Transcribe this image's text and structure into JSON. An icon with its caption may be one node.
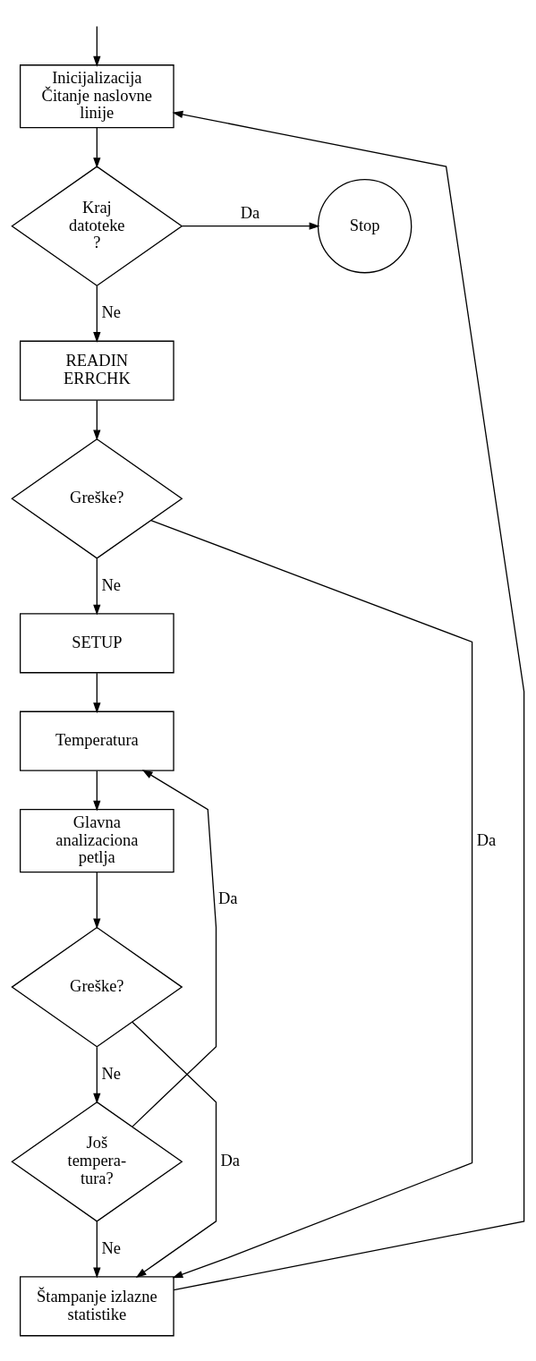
{
  "diagram": {
    "nodes": [
      {
        "text": [
          "Inicijalizacija Čitanje naslovne linije"
        ]
      },
      {
        "text": [
          "Kraj datoteke ?"
        ]
      },
      {
        "text": [
          "Stop"
        ]
      },
      {
        "text": [
          "READIN ERRCHK"
        ]
      },
      {
        "text": [
          "Greške?"
        ]
      },
      {
        "text": [
          "SETUP"
        ]
      },
      {
        "text": [
          "Temperatura"
        ]
      },
      {
        "text": [
          "Glavna analizaciona petlja"
        ]
      },
      {
        "text": [
          "Greške?"
        ]
      },
      {
        "text": [
          "Još tempera- tura?"
        ]
      },
      {
        "text": [
          "Štampanje izlazne statistike"
        ]
      }
    ],
    "edges": [
      {
        "from": null,
        "to": 0,
        "arrow": "to"
      },
      {
        "from": 0,
        "to": 1,
        "arrow": "to"
      },
      {
        "from": 1,
        "to": 2,
        "arrow": "to",
        "label": "Da"
      },
      {
        "from": 1,
        "to": 3,
        "arrow": "to",
        "label": "Ne"
      },
      {
        "from": 3,
        "to": 4,
        "arrow": "to"
      },
      {
        "from": 4,
        "to": 10,
        "arrow": "to",
        "label": "Da"
      },
      {
        "from": 4,
        "to": 5,
        "arrow": "to",
        "label": "Ne"
      },
      {
        "from": 5,
        "to": 6,
        "arrow": "to"
      },
      {
        "from": 6,
        "to": 7,
        "arrow": "to"
      },
      {
        "from": 7,
        "to": 8,
        "arrow": "to"
      },
      {
        "from": 8,
        "to": 10,
        "arrow": "to",
        "label": "Da"
      },
      {
        "from": 8,
        "to": 9,
        "arrow": "to",
        "label": "Ne"
      },
      {
        "from": 9,
        "to": 6,
        "arrow": "to",
        "label": "Da"
      },
      {
        "from": 9,
        "to": 10,
        "arrow": "to",
        "label": "Ne"
      },
      {
        "from": 10,
        "to": 0,
        "arrow": "to"
      }
    ]
  }
}
